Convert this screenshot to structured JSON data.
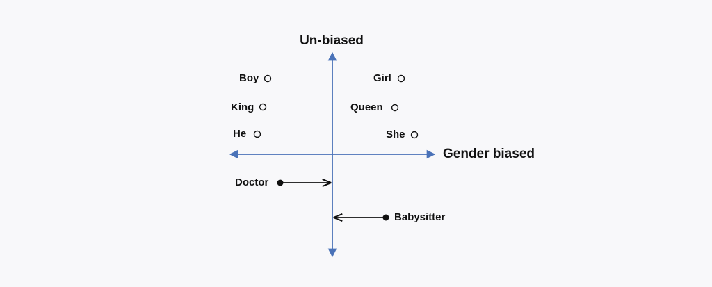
{
  "colors": {
    "background": "#f8f8fa",
    "axis": "#4a72b8",
    "text": "#111111",
    "marker": "#111111"
  },
  "axes": {
    "vertical_label": "Un-biased",
    "horizontal_label": "Gender biased"
  },
  "words": {
    "boy": "Boy",
    "king": "King",
    "he": "He",
    "girl": "Girl",
    "queen": "Queen",
    "she": "She",
    "doctor": "Doctor",
    "babysitter": "Babysitter"
  },
  "markers": {
    "open_circle": "open-circle",
    "filled_circle": "filled-circle"
  }
}
